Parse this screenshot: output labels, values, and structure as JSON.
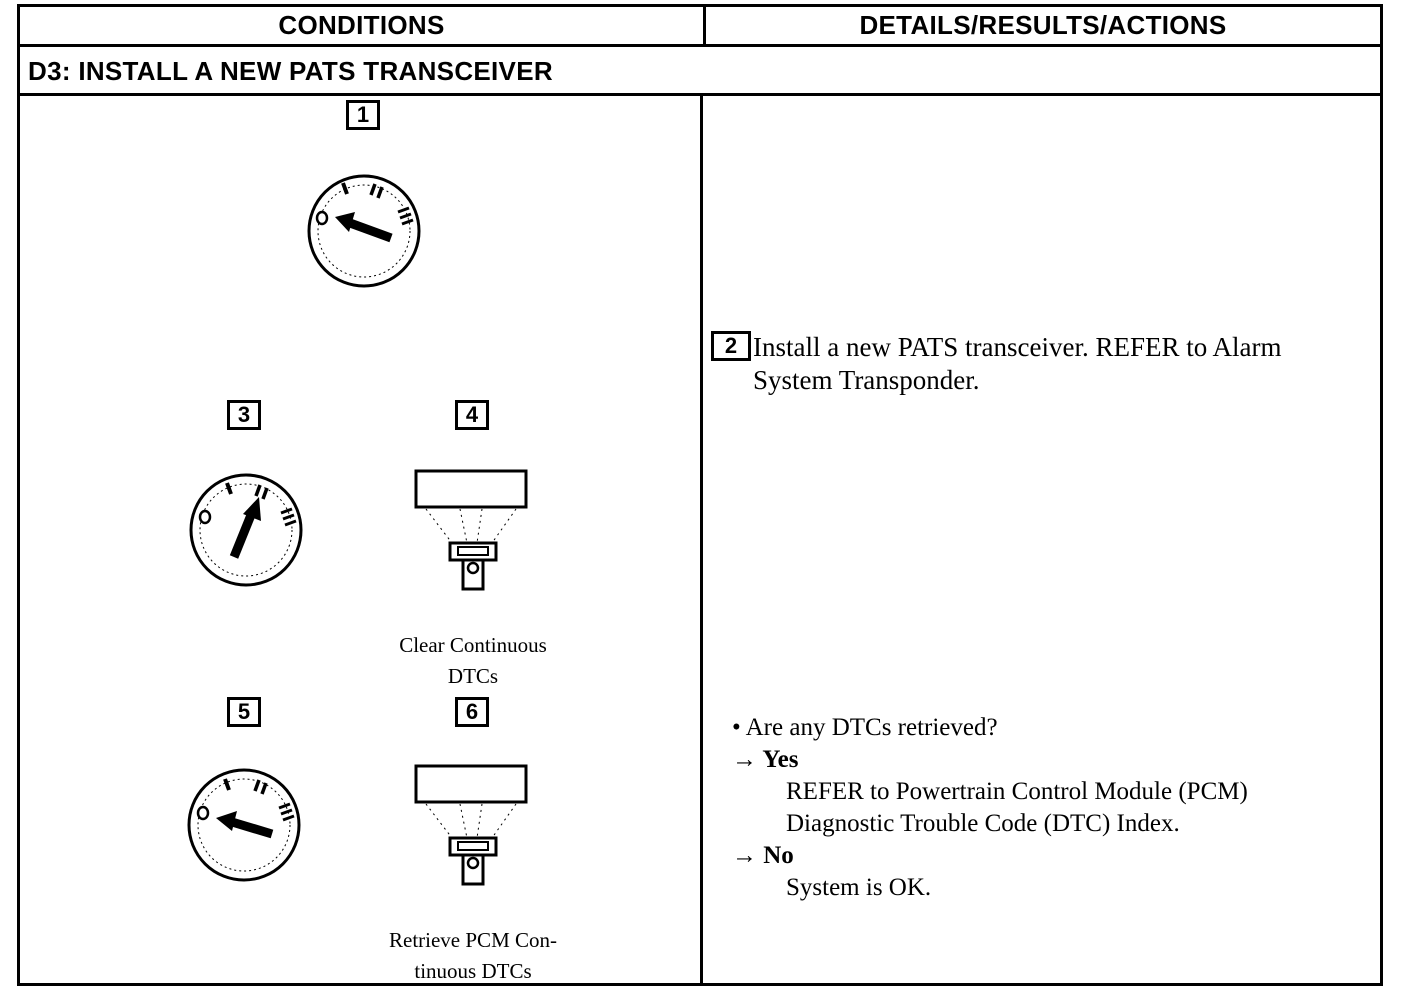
{
  "header": {
    "conditions": "CONDITIONS",
    "details": "DETAILS/RESULTS/ACTIONS"
  },
  "step_title": "D3: INSTALL A NEW PATS TRANSCEIVER",
  "conditions": {
    "badge_1": "1",
    "badge_3": "3",
    "badge_4": "4",
    "badge_5": "5",
    "badge_6": "6",
    "caption_4_line1": "Clear Continuous",
    "caption_4_line2": "DTCs",
    "caption_6_line1": "Retrieve PCM Con-",
    "caption_6_line2": "tinuous DTCs"
  },
  "details": {
    "badge_2": "2",
    "action_line1": "Install a new PATS transceiver. REFER to Alarm",
    "action_line2": "System Transponder.",
    "question": "• Are any DTCs retrieved?",
    "yes_label": "→ Yes",
    "yes_line1": "REFER to Powertrain Control Module (PCM)",
    "yes_line2": "Diagnostic Trouble Code (DTC) Index.",
    "no_label": "→ No",
    "no_line1": "System is OK."
  },
  "icons": [
    "ignition-switch-off-icon",
    "ignition-switch-run-icon",
    "scan-tool-icon",
    "ignition-switch-off-icon",
    "scan-tool-icon"
  ]
}
